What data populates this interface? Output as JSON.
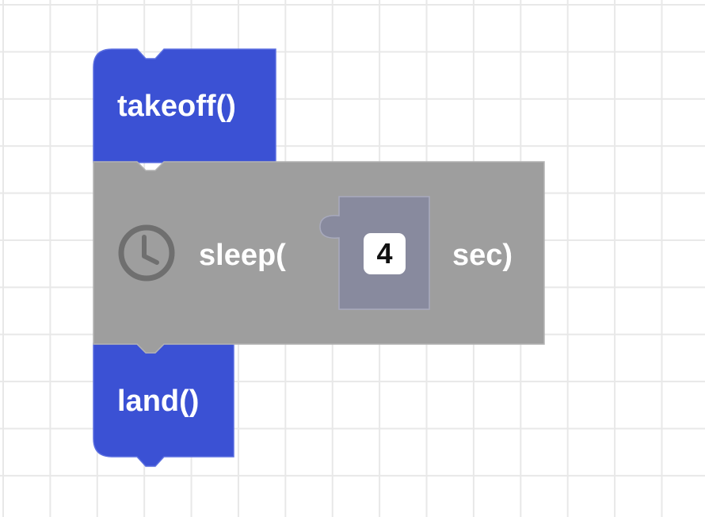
{
  "blocks": {
    "takeoff": {
      "label": "takeoff()",
      "color": "#3b51d4"
    },
    "sleep": {
      "prefix": "sleep(",
      "suffix": "sec)",
      "value": "4",
      "icon": "clock-icon",
      "color": "#9e9e9e",
      "socket_color": "#888a9e"
    },
    "land": {
      "label": "land()",
      "color": "#3b51d4"
    }
  }
}
